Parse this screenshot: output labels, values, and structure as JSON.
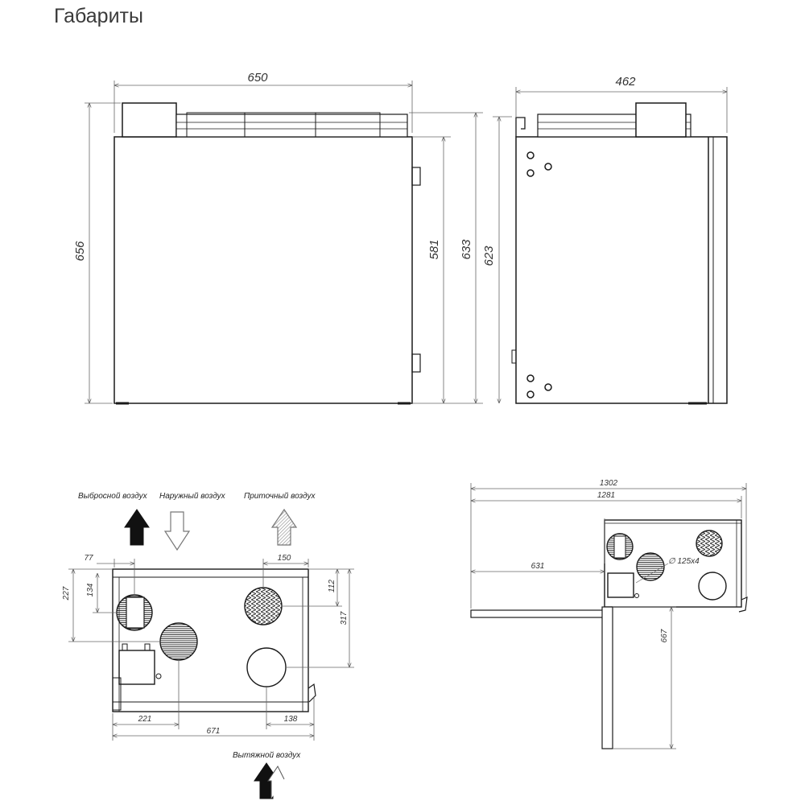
{
  "page_title": "Габариты",
  "colors": {
    "outline": "#1a1a1a",
    "dim_line": "#666666",
    "panel_fill": "#ffffff",
    "grille": "#333333",
    "arrow_black": "#111111",
    "arrow_hatch": "#888888"
  },
  "views": {
    "front": {
      "width": "650",
      "height_total": "656",
      "height_body": "581",
      "height_mid": "633"
    },
    "side": {
      "depth": "462",
      "height": "623"
    },
    "rear": {
      "dims": {
        "d77": "77",
        "d150": "150",
        "d227": "227",
        "d134": "134",
        "d112": "112",
        "d317": "317",
        "d221": "221",
        "d138": "138",
        "d671": "671"
      },
      "labels": {
        "exhaust": "Выбросной воздух",
        "outdoor": "Наружный воздух",
        "supply": "Приточный воздух",
        "extract": "Вытяжной воздух"
      }
    },
    "top": {
      "d1302": "1302",
      "d1281": "1281",
      "d631": "631",
      "d667": "667",
      "duct": "∅ 125x4"
    }
  }
}
